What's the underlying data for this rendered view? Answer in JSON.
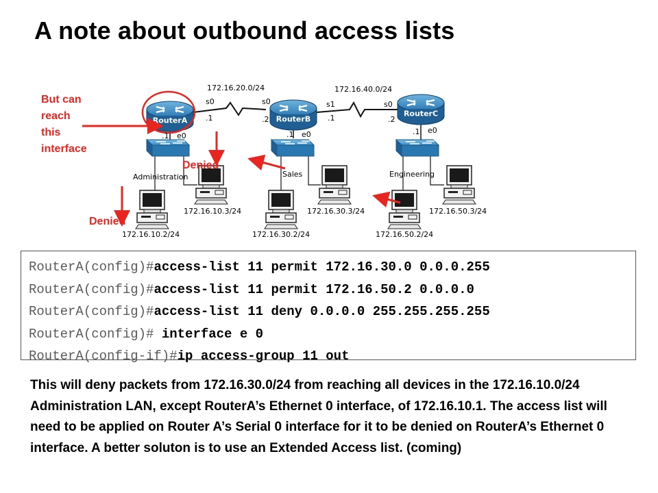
{
  "title": "A note about outbound access lists",
  "diagram": {
    "networks": {
      "net1": "172.16.20.0/24",
      "net2": "172.16.40.0/24"
    },
    "routers": [
      {
        "name": "RouterA",
        "s0_label": "s0",
        "s0_ip": ".1",
        "e0_label": "e0",
        "e0_ip": ".1"
      },
      {
        "name": "RouterB",
        "s0_label": "s0",
        "s0_ip": ".2",
        "s1_label": "s1",
        "s1_ip": ".1",
        "e0_label": "e0",
        "e0_ip": ".1"
      },
      {
        "name": "RouterC",
        "s0_label": "s0",
        "s0_ip": ".2",
        "e0_label": "e0",
        "e0_ip": ".1"
      }
    ],
    "lans": [
      "Administration",
      "Sales",
      "Engineering"
    ],
    "hosts": {
      "admin_1": "172.16.10.3/24",
      "admin_2": "172.16.10.2/24",
      "sales_1": "172.16.30.3/24",
      "sales_2": "172.16.30.2/24",
      "eng_1": "172.16.50.3/24",
      "eng_2": "172.16.50.2/24"
    },
    "annotations": {
      "reach": [
        "But can",
        "reach",
        "this",
        "interface"
      ],
      "denied_1": "Denied",
      "denied_2": "Denied"
    },
    "colors": {
      "annotation": "#e8251f",
      "router": "#1f6fa8",
      "switch": "#2a7fb8"
    }
  },
  "config": [
    {
      "prompt": "RouterA(config)#",
      "command": "access-list 11 permit 172.16.30.0 0.0.0.255"
    },
    {
      "prompt": "RouterA(config)#",
      "command": "access-list 11 permit 172.16.50.2 0.0.0.0"
    },
    {
      "prompt": "RouterA(config)#",
      "command": "access-list 11 deny 0.0.0.0 255.255.255.255"
    },
    {
      "prompt": "RouterA(config)# ",
      "command": "interface e 0"
    },
    {
      "prompt": "RouterA(config-if)#",
      "command": "ip access-group 11 out"
    }
  ],
  "description": "This will deny packets from 172.16.30.0/24 from reaching all devices in the 172.16.10.0/24 Administration LAN, except RouterA’s Ethernet 0 interface, of 172.16.10.1.  The access list will need to be applied on Router A’s Serial 0 interface for it to be denied on RouterA’s Ethernet 0 interface.  A better soluton is to use an Extended Access list. (coming)"
}
